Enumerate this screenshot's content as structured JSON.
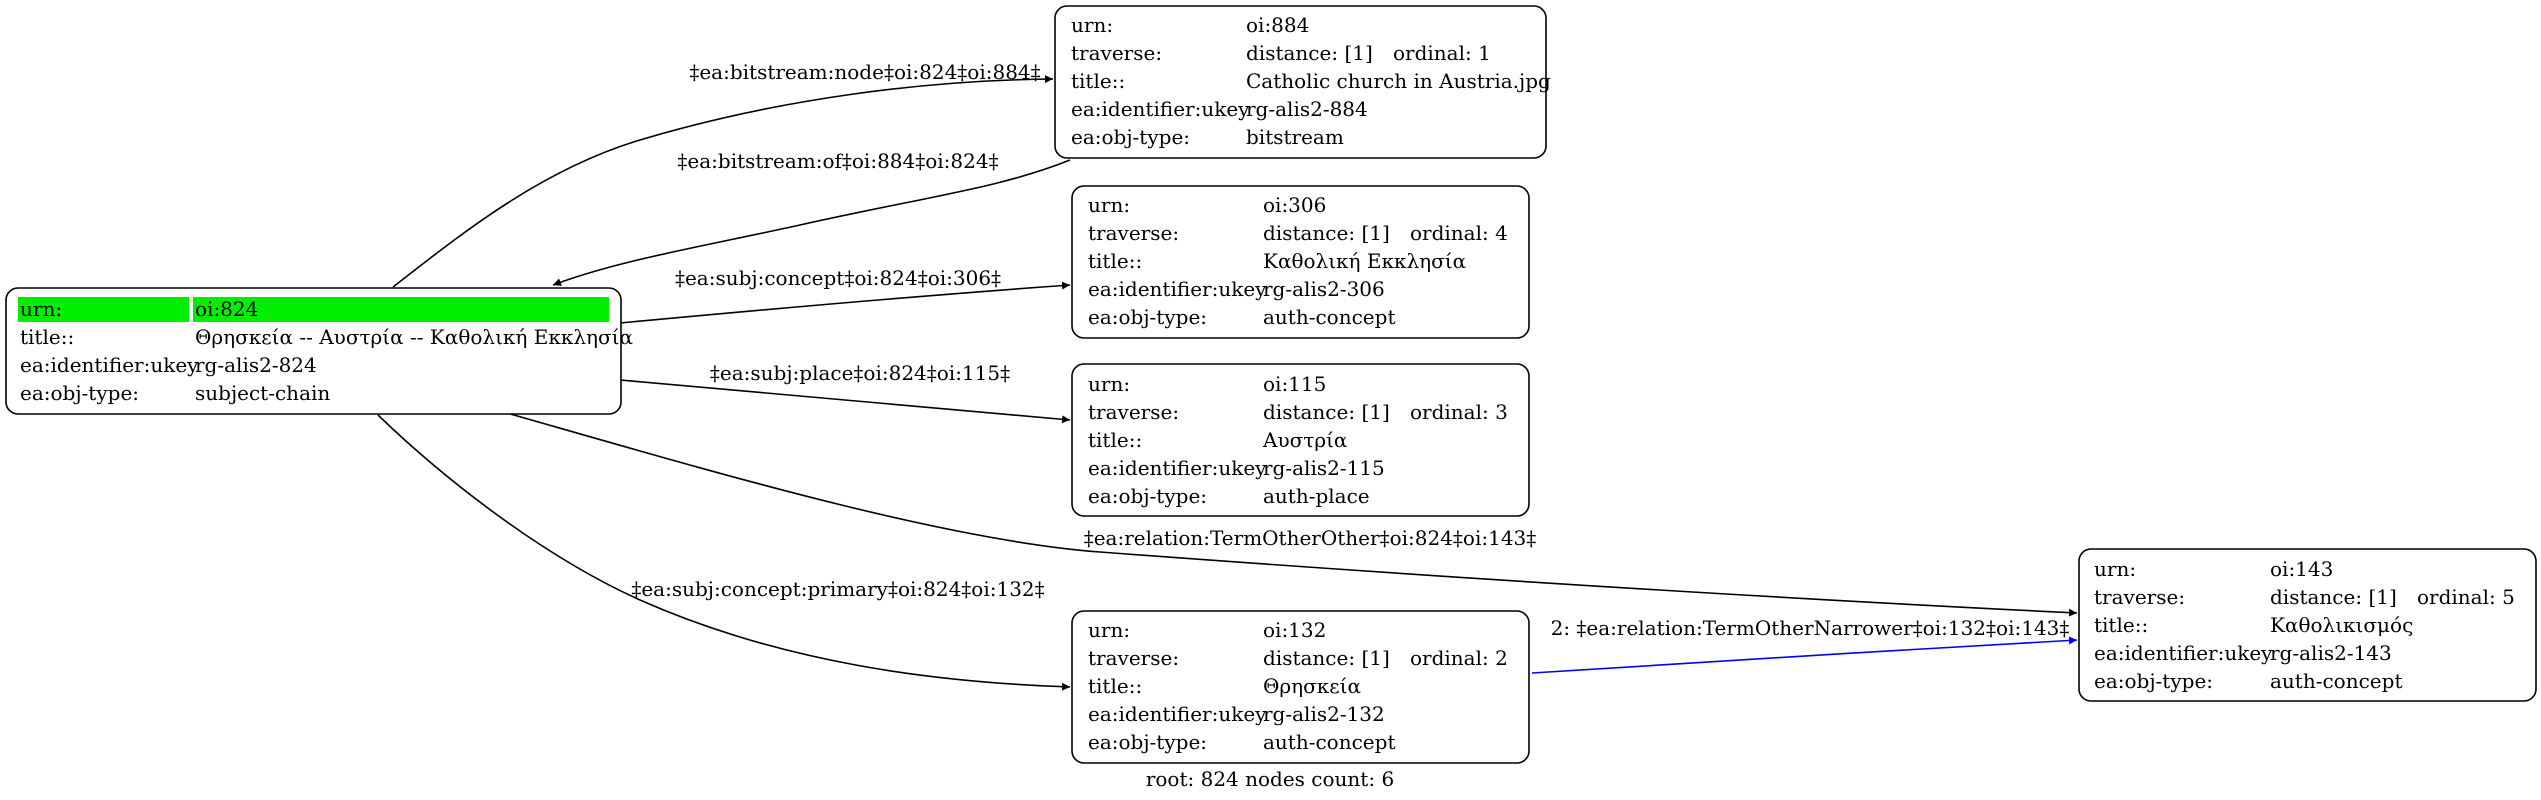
{
  "root_node": {
    "urn_label": "urn:",
    "urn": "oi:824",
    "title_label": "title::",
    "title": "Θρησκεία -- Αυστρία -- Καθολική Εκκλησία",
    "ukey_label": "ea:identifier:ukey",
    "ukey": "rg-alis2-824",
    "type_label": "ea:obj-type:",
    "type": "subject-chain",
    "highlight_color": "#00ee00"
  },
  "nodes": {
    "n884": {
      "urn_label": "urn:",
      "urn": "oi:884",
      "traverse_label": "traverse:",
      "distance": "distance: [1]",
      "ordinal": "ordinal: 1",
      "title_label": "title::",
      "title": "Catholic church in Austria.jpg",
      "ukey_label": "ea:identifier:ukey",
      "ukey": "rg-alis2-884",
      "type_label": "ea:obj-type:",
      "type": "bitstream"
    },
    "n306": {
      "urn_label": "urn:",
      "urn": "oi:306",
      "traverse_label": "traverse:",
      "distance": "distance: [1]",
      "ordinal": "ordinal: 4",
      "title_label": "title::",
      "title": "Καθολική Εκκλησία",
      "ukey_label": "ea:identifier:ukey",
      "ukey": "rg-alis2-306",
      "type_label": "ea:obj-type:",
      "type": "auth-concept"
    },
    "n115": {
      "urn_label": "urn:",
      "urn": "oi:115",
      "traverse_label": "traverse:",
      "distance": "distance: [1]",
      "ordinal": "ordinal: 3",
      "title_label": "title::",
      "title": "Αυστρία",
      "ukey_label": "ea:identifier:ukey",
      "ukey": "rg-alis2-115",
      "type_label": "ea:obj-type:",
      "type": "auth-place"
    },
    "n132": {
      "urn_label": "urn:",
      "urn": "oi:132",
      "traverse_label": "traverse:",
      "distance": "distance: [1]",
      "ordinal": "ordinal: 2",
      "title_label": "title::",
      "title": "Θρησκεία",
      "ukey_label": "ea:identifier:ukey",
      "ukey": "rg-alis2-132",
      "type_label": "ea:obj-type:",
      "type": "auth-concept"
    },
    "n143": {
      "urn_label": "urn:",
      "urn": "oi:143",
      "traverse_label": "traverse:",
      "distance": "distance: [1]",
      "ordinal": "ordinal: 5",
      "title_label": "title::",
      "title": "Καθολικισμός",
      "ukey_label": "ea:identifier:ukey",
      "ukey": "rg-alis2-143",
      "type_label": "ea:obj-type:",
      "type": "auth-concept"
    }
  },
  "edges": {
    "bitstream_node": "‡ea:bitstream:node‡oi:824‡oi:884‡",
    "bitstream_of": "‡ea:bitstream:of‡oi:884‡oi:824‡",
    "subj_concept": "‡ea:subj:concept‡oi:824‡oi:306‡",
    "subj_place": "‡ea:subj:place‡oi:824‡oi:115‡",
    "relation_other": "‡ea:relation:TermOtherOther‡oi:824‡oi:143‡",
    "subj_concept_primary": "‡ea:subj:concept:primary‡oi:824‡oi:132‡",
    "relation_narrower": "2: ‡ea:relation:TermOtherNarrower‡oi:132‡oi:143‡",
    "blue_color": "#0000ff"
  },
  "footer": "root: 824 nodes count: 6"
}
